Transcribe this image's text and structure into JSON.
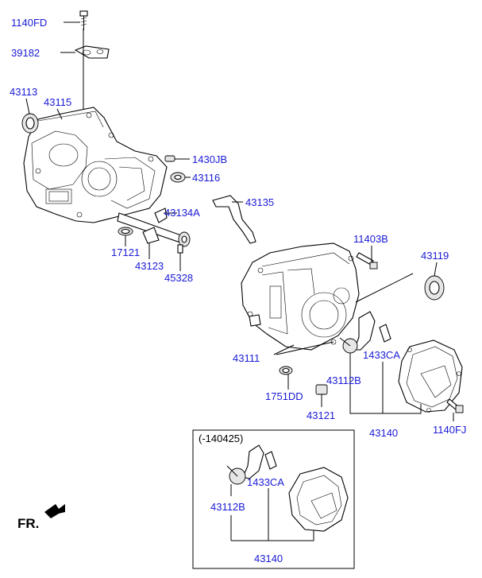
{
  "labels": {
    "l1140FD": "1140FD",
    "l39182": "39182",
    "l43113": "43113",
    "l43115": "43115",
    "l1430JB": "1430JB",
    "l43116": "43116",
    "l43135": "43135",
    "l43134A": "43134A",
    "l17121": "17121",
    "l43123": "43123",
    "l45328": "45328",
    "l11403B": "11403B",
    "l43119": "43119",
    "l43111": "43111",
    "l1433CA": "1433CA",
    "l43112B": "43112B",
    "l1751DD": "1751DD",
    "l43121": "43121",
    "l43140": "43140",
    "l1140FJ": "1140FJ",
    "inset_note": "(-140425)",
    "inset_1433CA": "1433CA",
    "inset_43112B": "43112B",
    "inset_43140": "43140",
    "fr": "FR."
  },
  "colors": {
    "label": "#1a1ad6",
    "line": "#000000"
  }
}
